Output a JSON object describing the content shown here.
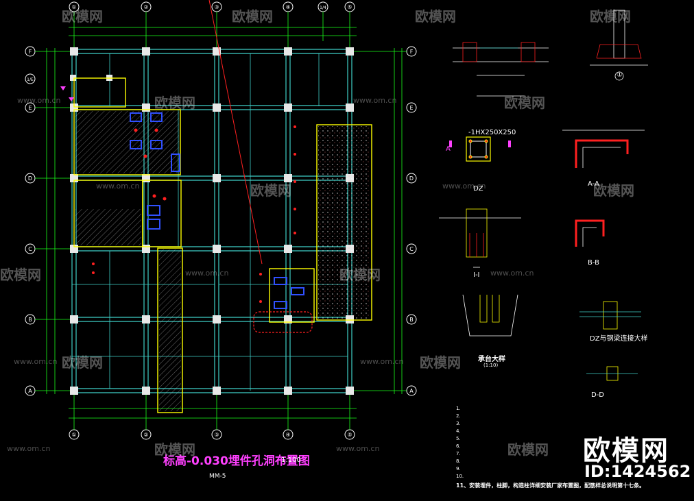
{
  "plan": {
    "title": "标高-0.030埋件孔洞布置图",
    "scale": "1:100",
    "legend_text": "MM-5",
    "axes_top": [
      "①",
      "②",
      "③",
      "④",
      "1/4",
      "⑤"
    ],
    "axes_left": [
      "F",
      "1/E",
      "E",
      "D",
      "C",
      "B",
      "A"
    ],
    "axes_bottom": [
      "①",
      "②",
      "③",
      "④",
      "⑤"
    ]
  },
  "details": {
    "dz_label": "DZ",
    "embed_size": "-1HX250X250",
    "detail_a": "A",
    "section_aa": "A-A",
    "section_bb": "B-B",
    "detail_one": "①",
    "section_ii": "I-I",
    "pile_cap_title": "承台大样",
    "pile_cap_sub": "(1:10)",
    "dz_connection_title": "DZ与钢梁连接大样",
    "section_dd": "D-D"
  },
  "notes": [
    "1.",
    "2.",
    "3.",
    "4.",
    "5.",
    "6.",
    "7.",
    "8.",
    "9.",
    "10.",
    "11、安装埋件，柱脚，构造柱详细安装厂家布置图，配筋样总说明第十七条。"
  ],
  "watermark": {
    "brand": "欧模网",
    "id": "ID:1424562",
    "url": "www.om.cn"
  },
  "colors": {
    "grid": "#3fd0c8",
    "axis": "#19ff19",
    "wall": "#ffff00",
    "title": "#ff40ff",
    "marker": "#ff2020",
    "column": "#e8e8e8"
  }
}
